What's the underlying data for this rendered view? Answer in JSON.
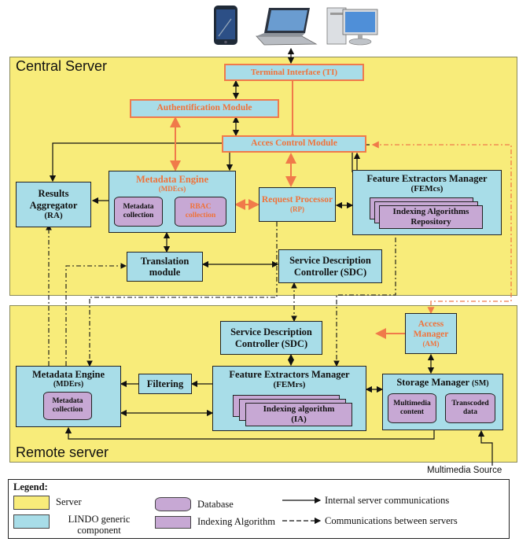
{
  "regions": {
    "central": "Central Server",
    "remote": "Remote server"
  },
  "devices": [
    "smartphone-icon",
    "laptop-icon",
    "desktop-icon"
  ],
  "central": {
    "terminal_interface": "Terminal Interface (TI)",
    "authentification": "Authentification Module",
    "access_control": "Acces Control Module",
    "results_aggregator": {
      "name": "Results Aggregator",
      "abbr": "(RA)"
    },
    "metadata_engine": {
      "name": "Metadata Engine",
      "abbr": "(MDEcs)",
      "db1": "Metadata collection",
      "db2": "RBAC collection"
    },
    "request_processor": {
      "name": "Request Processor",
      "abbr": "(RP)"
    },
    "fem": {
      "name": "Feature Extractors Manager",
      "abbr": "(FEMcs)",
      "ia": "Indexing Algorithms Repository"
    },
    "translation": "Translation module",
    "sdc": "Service Description Controller (SDC)"
  },
  "remote": {
    "sdc": "Service Description Controller (SDC)",
    "access_manager": {
      "name": "Access Manager",
      "abbr": "(AM)"
    },
    "metadata_engine": {
      "name": "Metadata Engine",
      "abbr": "(MDErs)",
      "db": "Metadata collection"
    },
    "filtering": "Filtering",
    "fem": {
      "name": "Feature Extractors Manager",
      "abbr": "(FEMrs)",
      "ia": "Indexing algorithm",
      "ia_abbr": "(IA)"
    },
    "storage": {
      "name": "Storage Manager",
      "abbr": "(SM)",
      "db1": "Multimedia content",
      "db2": "Transcoded data"
    }
  },
  "multimedia_source": "Multimedia Source",
  "legend": {
    "title": "Legend:",
    "server": "Server",
    "lindo": "LINDO generic component",
    "database": "Database",
    "indexing": "Indexing Algorithm",
    "internal": "Internal server communications",
    "between": "Communications between servers"
  },
  "colors": {
    "server": "#f8ec7a",
    "component": "#a8dde8",
    "database": "#c7a8d4",
    "accent": "#f07a4a"
  }
}
